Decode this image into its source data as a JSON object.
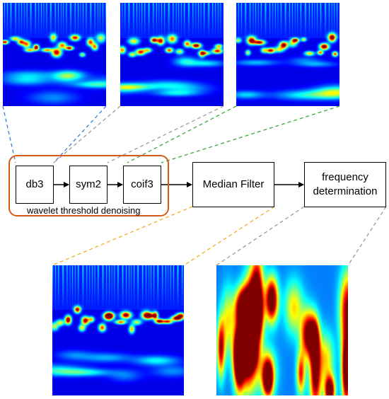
{
  "blocks": {
    "db3": "db3",
    "sym2": "sym2",
    "coif3": "coif3",
    "median": "Median Filter",
    "freq_line1": "frequency",
    "freq_line2": "determination"
  },
  "group_label": "wavelet threshold denoising",
  "colors": {
    "group_border": "#d85a1a",
    "connector_db3": "#3b7fd9",
    "connector_sym2": "#9a9a9a",
    "connector_coif3": "#3aa83a",
    "connector_median": "#f0b020",
    "connector_freq": "#9a9a9a",
    "scalogram_colormap": "jet"
  },
  "images": {
    "top_row": [
      "scalogram-db3",
      "scalogram-sym2",
      "scalogram-coif3"
    ],
    "bottom_row": [
      "scalogram-median-filter",
      "scalogram-frequency-determination"
    ]
  }
}
